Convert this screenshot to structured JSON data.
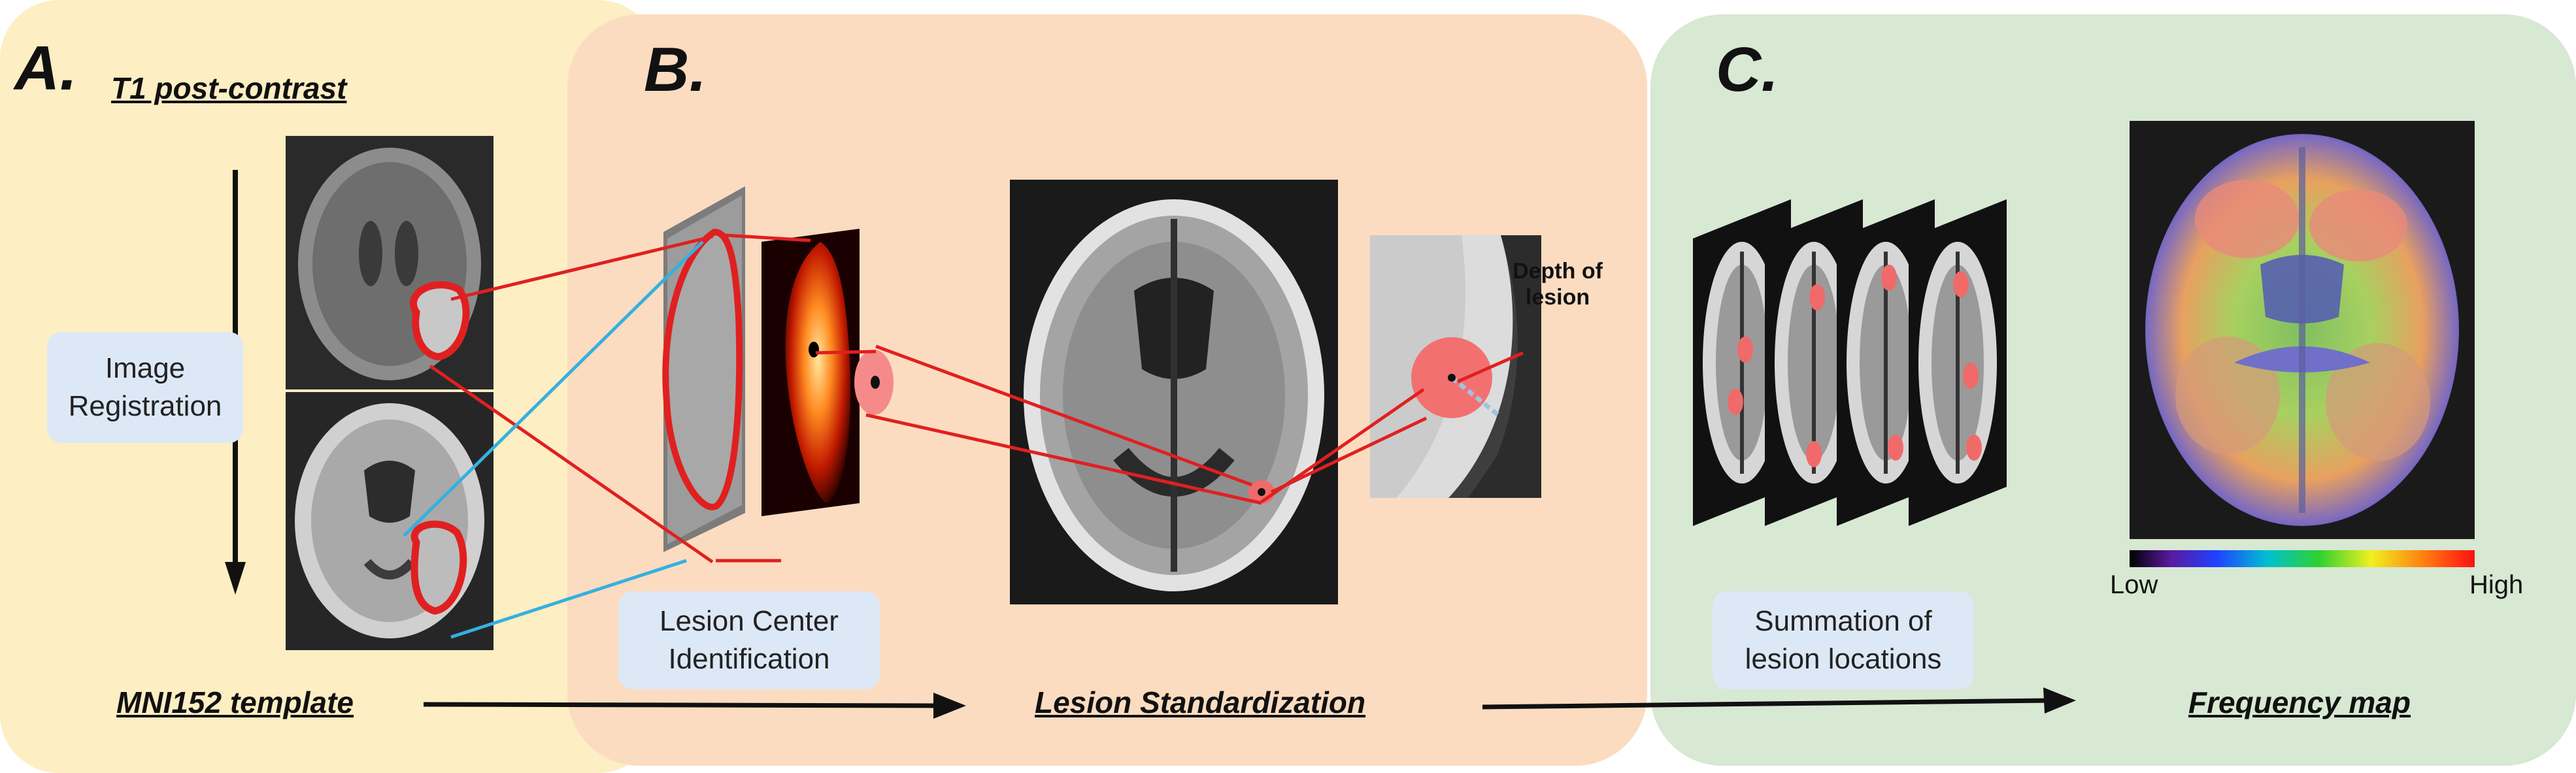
{
  "panels": {
    "a": {
      "letter": "A.",
      "title": "T1 post-contrast",
      "step": [
        "Image",
        "Registration"
      ],
      "footer": "MNI152 template"
    },
    "b": {
      "letter": "B.",
      "step": [
        "Lesion Center",
        "Identification"
      ],
      "footer": "Lesion Standardization",
      "depth_label": [
        "Depth of",
        "lesion"
      ]
    },
    "c": {
      "letter": "C.",
      "step": [
        "Summation of",
        "lesion locations"
      ],
      "footer": "Frequency map",
      "colorbar": {
        "low": "Low",
        "high": "High"
      }
    }
  },
  "colors": {
    "panel_a": "#fdeec3",
    "panel_b": "#fcdcc0",
    "panel_c": "#d7e8d3",
    "outline": "#e02020",
    "guide": "#35b0e0",
    "box": "#dde8f7"
  }
}
